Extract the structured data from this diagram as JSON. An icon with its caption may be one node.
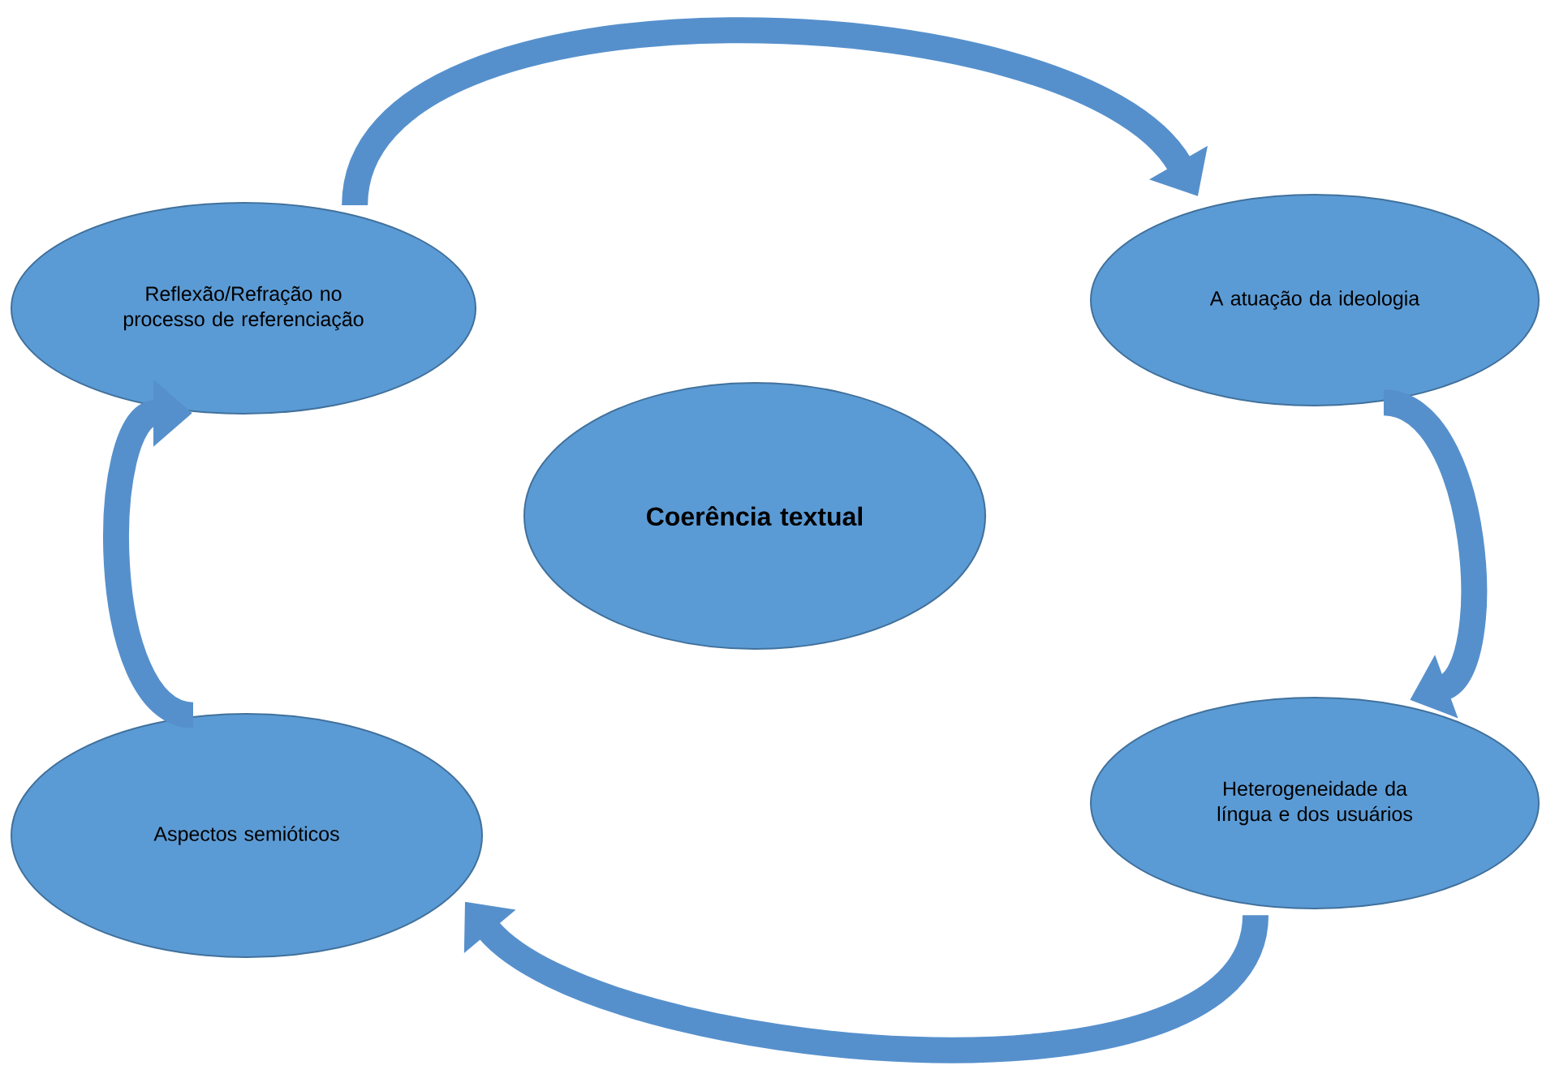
{
  "diagram": {
    "nodes": [
      {
        "text": [
          "Reflexão/Refração no processo de referenciação"
        ]
      },
      {
        "text": [
          "A atuação da ideologia"
        ]
      },
      {
        "text": [
          "Coerência textual"
        ]
      },
      {
        "text": [
          "Heterogeneidade da língua e dos usuários"
        ]
      },
      {
        "text": [
          "Aspectos semióticos"
        ]
      }
    ],
    "edges": [
      {
        "from": 0,
        "to": 1,
        "arrow": "to"
      },
      {
        "from": 1,
        "to": 3,
        "arrow": "to"
      },
      {
        "from": 3,
        "to": 4,
        "arrow": "to"
      },
      {
        "from": 4,
        "to": 0,
        "arrow": "to"
      }
    ]
  }
}
